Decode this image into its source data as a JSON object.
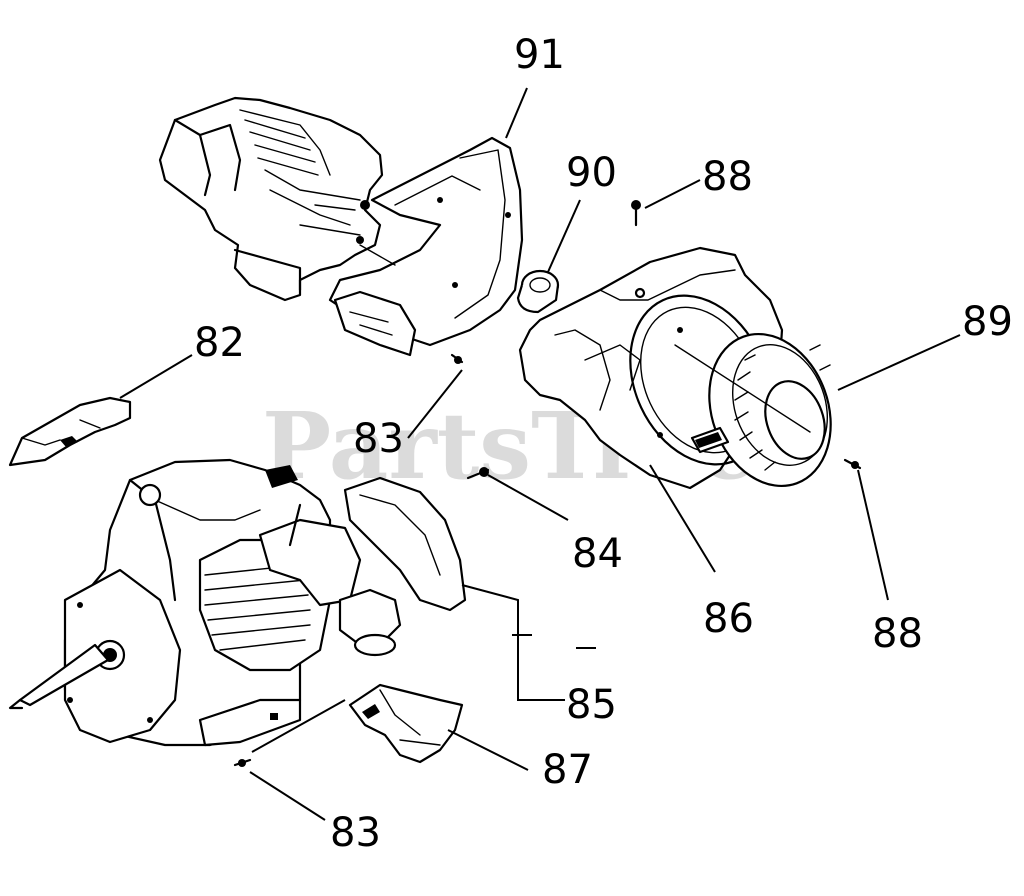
{
  "watermark": "PartsTree",
  "callouts": [
    {
      "id": "91",
      "label": "91"
    },
    {
      "id": "90",
      "label": "90"
    },
    {
      "id": "88",
      "label": "88"
    },
    {
      "id": "89",
      "label": "89"
    },
    {
      "id": "82",
      "label": "82"
    },
    {
      "id": "83",
      "label": "83"
    },
    {
      "id": "84",
      "label": "84"
    },
    {
      "id": "86",
      "label": "86"
    },
    {
      "id": "88",
      "label": "88"
    },
    {
      "id": "85",
      "label": "85"
    },
    {
      "id": "87",
      "label": "87"
    },
    {
      "id": "83",
      "label": "83"
    }
  ]
}
